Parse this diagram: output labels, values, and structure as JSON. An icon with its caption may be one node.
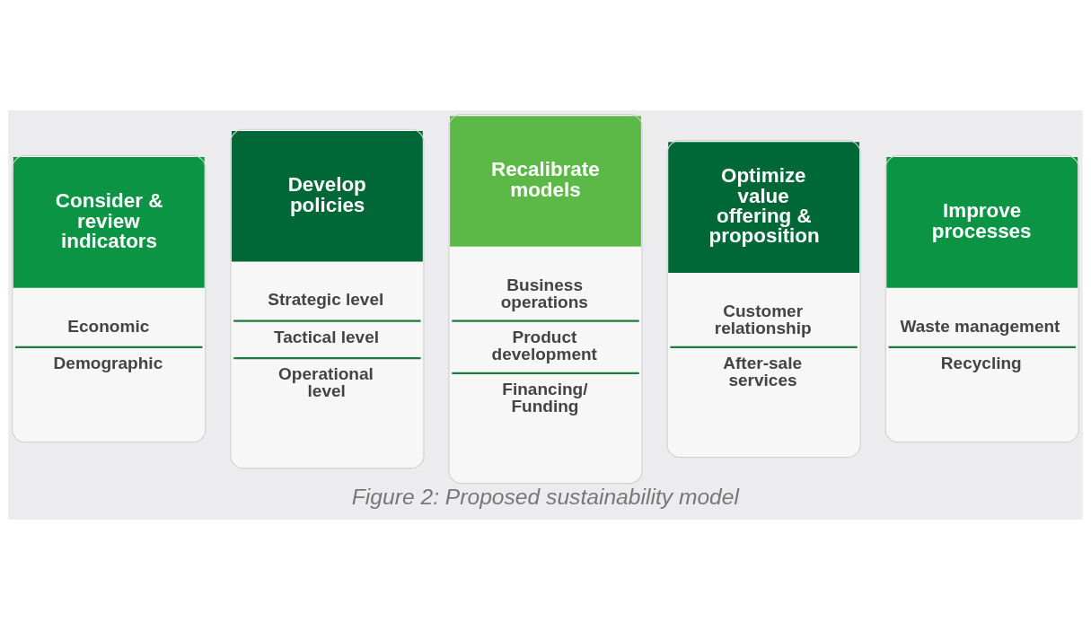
{
  "diagram": {
    "caption": "Figure 2: Proposed sustainability model",
    "nodes": [
      {
        "text": [
          "Consider & review indicators",
          "Economic",
          "Demographic"
        ]
      },
      {
        "text": [
          "Develop policies",
          "Strategic level",
          "Tactical level",
          "Operational level"
        ]
      },
      {
        "text": [
          "Recalibrate models",
          "Business operations",
          "Product development",
          "Financing/ Funding"
        ]
      },
      {
        "text": [
          "Optimize value offering & proposition",
          "Customer relationship",
          "After-sale services"
        ]
      },
      {
        "text": [
          "Improve processes",
          "Waste management",
          "Recycling"
        ]
      }
    ]
  }
}
